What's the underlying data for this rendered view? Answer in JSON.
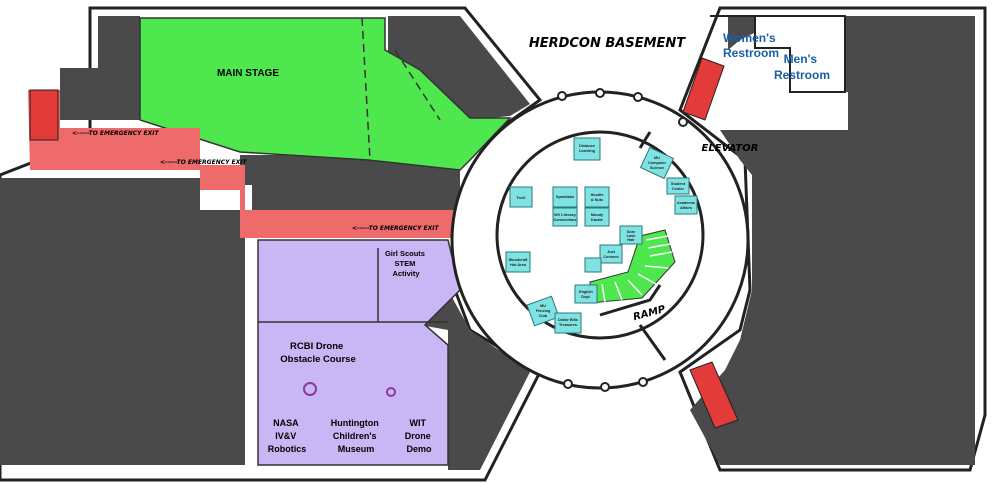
{
  "map": {
    "title": "HERDCON BASEMENT",
    "rooms": {
      "main_stage": "MAIN STAGE",
      "womens_restroom": [
        "Women's",
        "Restroom"
      ],
      "mens_restroom": [
        "Men's",
        "Restroom"
      ],
      "elevator": "ELEVATOR",
      "ramp": "RAMP",
      "girl_scouts": [
        "Girl Scouts",
        "STEM",
        "Activity"
      ],
      "rcbi": [
        "RCBI Drone",
        "Obstacle Course"
      ],
      "nasa": [
        "NASA",
        "IV&V",
        "Robotics"
      ],
      "huntington": [
        "Huntington",
        "Children's",
        "Museum"
      ],
      "wit": [
        "WIT",
        "Drone",
        "Demo"
      ]
    },
    "exits": {
      "exit1": "<-----TO EMERGENCY EXIT",
      "exit2": "<-----TO EMERGENCY EXIT",
      "exit3": "<-----TO EMERGENCY EXIT"
    },
    "booths": {
      "distance_learning": [
        "Distance",
        "Learning"
      ],
      "mu_computer_science": [
        "MU",
        "Computer",
        "Science"
      ],
      "student_center": [
        "Student",
        "Center"
      ],
      "academic_affairs": [
        "Academic",
        "Affairs"
      ],
      "sparklabs": "Sparklabs",
      "hoodie_nuts": [
        "Hoodie",
        "& Nuts"
      ],
      "wv_literacy": [
        "WV Literacy",
        "Connections"
      ],
      "moody_karate": [
        "Moody",
        "Karate"
      ],
      "toxx": "ToxX",
      "sear_lash": [
        "Sear",
        "Lash",
        "Hair"
      ],
      "just_connect": [
        "Just",
        "Connect"
      ],
      "woodcraft": [
        "Woodcraft",
        "Hot Area"
      ],
      "english_dept": [
        "English",
        "Dept."
      ],
      "mu_fencing": [
        "MU",
        "Fencing",
        "Club"
      ],
      "dollar_bills": [
        "Dollar Bills",
        "Treasures"
      ]
    }
  }
}
